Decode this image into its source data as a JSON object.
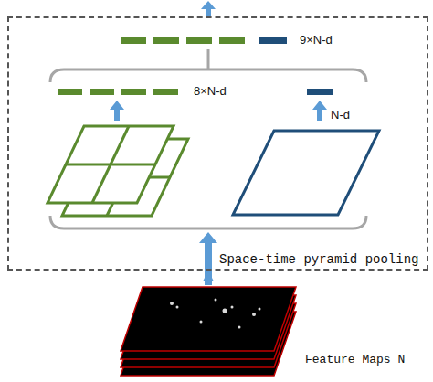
{
  "diagram": {
    "nodes": [
      {
        "text": [
          "Space-time pyramid pooling"
        ]
      },
      {
        "text": [
          "Feature Maps N"
        ]
      }
    ],
    "edges": [
      {
        "from": 1,
        "to": 0,
        "arrow": "to"
      }
    ],
    "labels": [
      "9×N-d",
      "8×N-d",
      "N-d"
    ]
  }
}
